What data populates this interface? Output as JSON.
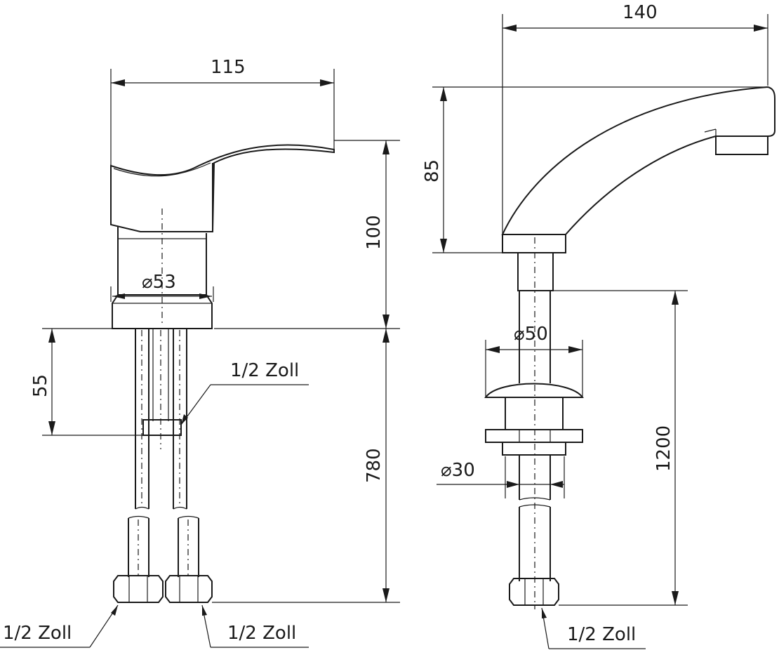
{
  "drawing": {
    "dim_width_mixer": "115",
    "dim_height_mixer": "100",
    "dim_diameter_base": "⌀53",
    "dim_thread_offset": "55",
    "dim_hose_length": "780",
    "dim_spout_width": "140",
    "dim_spout_height": "85",
    "dim_diameter_spout_nut": "⌀50",
    "dim_diameter_spout_shank": "⌀30",
    "dim_spout_pipe_length": "1200",
    "label_thread_mid": "1/2 Zoll",
    "label_thread_left": "1/2 Zoll",
    "label_thread_right": "1/2 Zoll",
    "label_thread_spout": "1/2 Zoll"
  }
}
